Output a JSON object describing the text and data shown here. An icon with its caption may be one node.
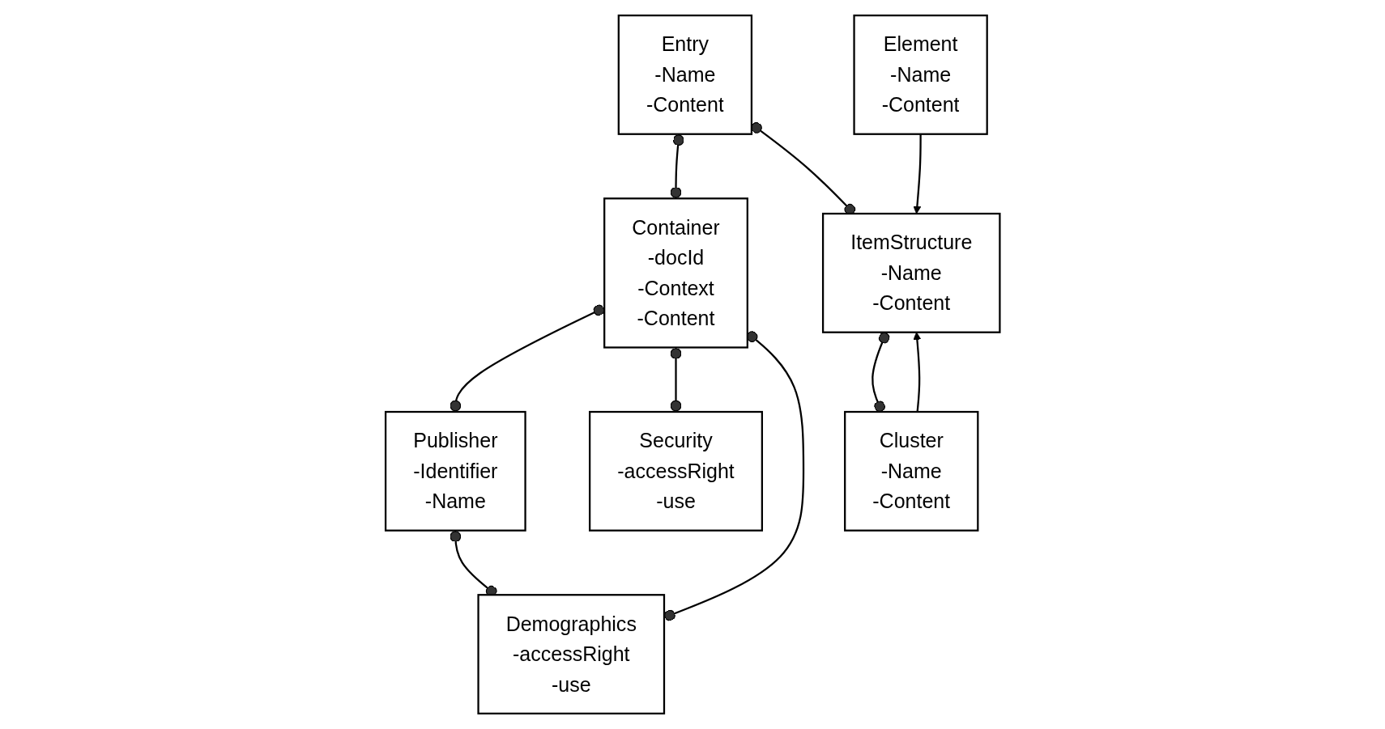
{
  "diagram": {
    "nodes": [
      {
        "text": [
          "Entry",
          "-Name",
          "-Content"
        ]
      },
      {
        "text": [
          "Container",
          "-docId",
          "-Context",
          "-Content"
        ]
      },
      {
        "text": [
          "Publisher",
          "-Identifier",
          "-Name"
        ]
      },
      {
        "text": [
          "Security",
          "-accessRight",
          "-use"
        ]
      },
      {
        "text": [
          "ItemStructure",
          "-Name",
          "-Content"
        ]
      },
      {
        "text": [
          "Demographics",
          "-accessRight",
          "-use"
        ]
      },
      {
        "text": [
          "Cluster",
          "-Name",
          "-Content"
        ]
      },
      {
        "text": [
          "Element",
          "-Name",
          "-Content"
        ]
      }
    ],
    "edges": [
      {
        "from": 0,
        "to": 1,
        "arrow": "other"
      },
      {
        "from": 0,
        "to": 4,
        "arrow": "other"
      },
      {
        "from": 1,
        "to": 2,
        "arrow": "other"
      },
      {
        "from": 1,
        "to": 3,
        "arrow": "other"
      },
      {
        "from": 1,
        "to": 5,
        "arrow": "other"
      },
      {
        "from": 2,
        "to": 5,
        "arrow": "other"
      },
      {
        "from": 4,
        "to": 6,
        "arrow": "other"
      },
      {
        "from": 6,
        "to": 4,
        "arrow": "to"
      },
      {
        "from": 7,
        "to": 4,
        "arrow": "to"
      }
    ]
  }
}
